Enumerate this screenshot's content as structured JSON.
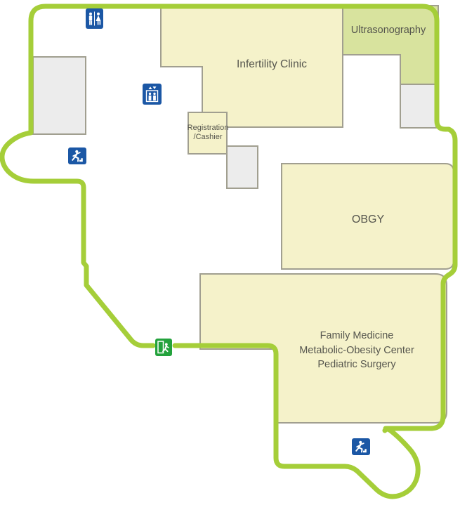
{
  "colors": {
    "accent": "#a5ce39",
    "room_fill": "#f5f2ca",
    "ultra_fill": "#d8e39e",
    "gray_fill": "#ececec",
    "room_border": "#a19f90",
    "icon_blue": "#1b57a5",
    "icon_green": "#23a23c",
    "label_text": "#56564e"
  },
  "rooms": {
    "infertility": {
      "label": "Infertility Clinic"
    },
    "ultrasonography": {
      "label": "Ultrasonography"
    },
    "registration": {
      "line1": "Registration",
      "line2": "/Cashier"
    },
    "obgy": {
      "label": "OBGY"
    },
    "family": {
      "line1": "Family Medicine",
      "line2": "Metabolic-Obesity Center",
      "line3": "Pediatric Surgery"
    }
  },
  "icons": [
    {
      "name": "restroom-icon"
    },
    {
      "name": "elevator-icon"
    },
    {
      "name": "emergency-exit-run-icon-left"
    },
    {
      "name": "exit-door-icon"
    },
    {
      "name": "emergency-exit-run-icon-bottom"
    }
  ]
}
